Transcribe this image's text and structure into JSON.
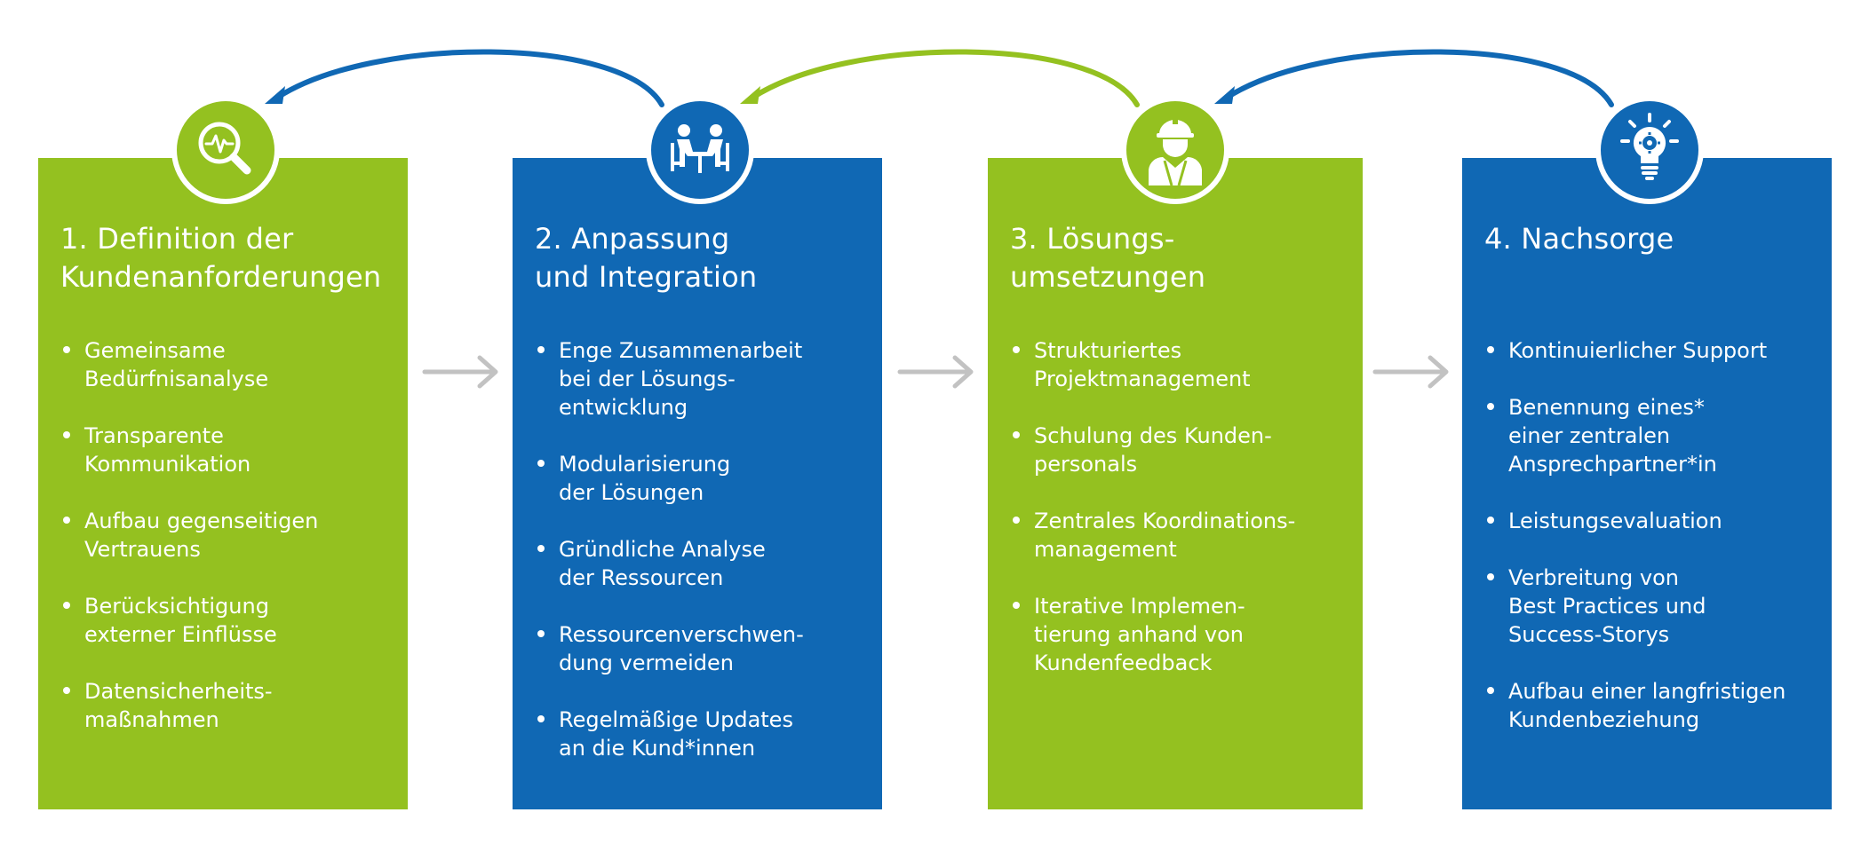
{
  "colors": {
    "green": "#94c120",
    "blue": "#1068b4",
    "gray_arrow": "#c2c2c2",
    "white": "#ffffff"
  },
  "steps": [
    {
      "title_lines": [
        "1. Definition der",
        "Kundenanforderungen"
      ],
      "color": "green",
      "icon": "magnifier-pulse-icon",
      "items": [
        [
          "Gemeinsame",
          "Bedürfnisanalyse"
        ],
        [
          "Transparente",
          "Kommunikation"
        ],
        [
          "Aufbau gegenseitigen",
          "Vertrauens"
        ],
        [
          "Berücksichtigung",
          "externer Einflüsse"
        ],
        [
          "Datensicherheits-",
          "maßnahmen"
        ]
      ]
    },
    {
      "title_lines": [
        "2. Anpassung",
        "und Integration"
      ],
      "color": "blue",
      "icon": "meeting-table-icon",
      "items": [
        [
          "Enge Zusammenarbeit",
          "bei der Lösungs-",
          "entwicklung"
        ],
        [
          "Modularisierung",
          "der Lösungen"
        ],
        [
          "Gründliche Analyse",
          "der Ressourcen"
        ],
        [
          "Ressourcenverschwen-",
          "dung vermeiden"
        ],
        [
          "Regelmäßige Updates",
          "an die Kund*innen"
        ]
      ]
    },
    {
      "title_lines": [
        "3. Lösungs-",
        "umsetzungen"
      ],
      "color": "green",
      "icon": "construction-worker-icon",
      "items": [
        [
          "Strukturiertes",
          "Projektmanagement"
        ],
        [
          "Schulung des Kunden-",
          "personals"
        ],
        [
          "Zentrales Koordinations-",
          "management"
        ],
        [
          "Iterative Implemen-",
          "tierung anhand von",
          "Kundenfeedback"
        ]
      ]
    },
    {
      "title_lines": [
        "4. Nachsorge"
      ],
      "color": "blue",
      "icon": "lightbulb-gear-icon",
      "items": [
        [
          "Kontinuierlicher Support"
        ],
        [
          "Benennung eines*",
          "einer zentralen",
          "Ansprechpartner*in"
        ],
        [
          "Leistungsevaluation"
        ],
        [
          "Verbreitung von",
          "Best Practices und",
          "Success-Storys"
        ],
        [
          "Aufbau einer langfristigen",
          "Kundenbeziehung"
        ]
      ]
    }
  ]
}
